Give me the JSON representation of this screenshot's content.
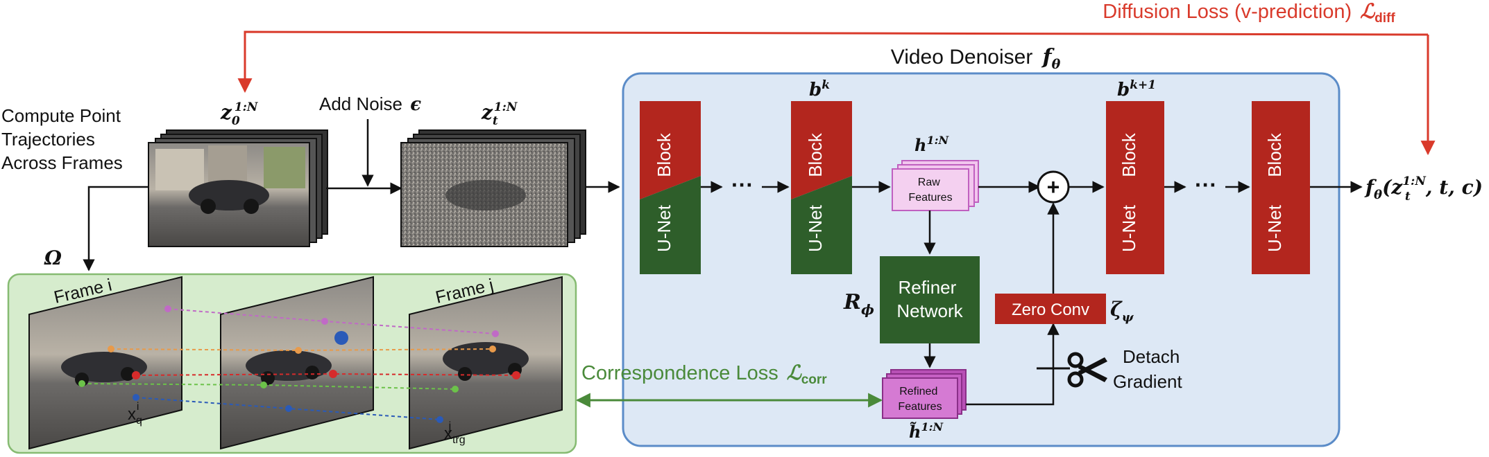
{
  "colors": {
    "red": "#b3261e",
    "green": "#2e5e2a",
    "arrow_red": "#d93a2b",
    "arrow_green": "#4a8a3a",
    "denoiser_fill": "#dde8f5",
    "denoiser_border": "#5b8cc8",
    "panel_fill": "#d6eccd",
    "panel_border": "#86bb72",
    "feature_raw": "#f2c6ee",
    "feature_refined": "#d57ad3"
  },
  "top": {
    "diffusion_loss": "Diffusion Loss (v-prediction)",
    "diffusion_loss_symbol": "ℒ",
    "diffusion_loss_sub": "diff"
  },
  "left": {
    "compute_lines": [
      "Compute Point",
      "Trajectories",
      "Across Frames"
    ],
    "omega": "Ω",
    "z0": "z",
    "z0_sub": "0",
    "z0_sup": "1:N",
    "add_noise": "Add Noise",
    "epsilon": "ϵ",
    "zt": "z",
    "zt_sub": "t",
    "zt_sup": "1:N"
  },
  "denoiser": {
    "title": "Video Denoiser",
    "symbol": "f",
    "symbol_sub": "θ",
    "block_top": "Block",
    "block_bottom": "U-Net",
    "ellipsis": "···",
    "bk": "b",
    "bk_sup": "k",
    "bk1": "b",
    "bk1_sup": "k+1",
    "h": "h",
    "h_sup": "1:N",
    "raw_lines": [
      "Raw",
      "Features"
    ],
    "refiner_lines": [
      "Refiner",
      "Network"
    ],
    "r_phi": "R",
    "r_phi_sub": "ϕ",
    "zero_conv": "Zero Conv",
    "zeta": "ζ",
    "zeta_sub": "ψ",
    "refined_lines": [
      "Refined",
      "Features"
    ],
    "htilde": "h̃",
    "htilde_sup": "1:N",
    "detach_lines": [
      "Detach",
      "Gradient"
    ],
    "plus": "+"
  },
  "output": {
    "f": "f",
    "f_sub": "θ",
    "args_open": "(z",
    "args_sup": "1:N",
    "args_sub": "t",
    "args_close": ", t, c)"
  },
  "correspondence": {
    "frame_i": "Frame i",
    "frame_j": "Frame j",
    "xq": "x",
    "xq_sub": "q",
    "xq_sup": "i",
    "xtrg": "x",
    "xtrg_sub": "trg",
    "xtrg_sup": "j",
    "loss": "Correspondence Loss",
    "loss_symbol": "ℒ",
    "loss_sub": "corr"
  }
}
